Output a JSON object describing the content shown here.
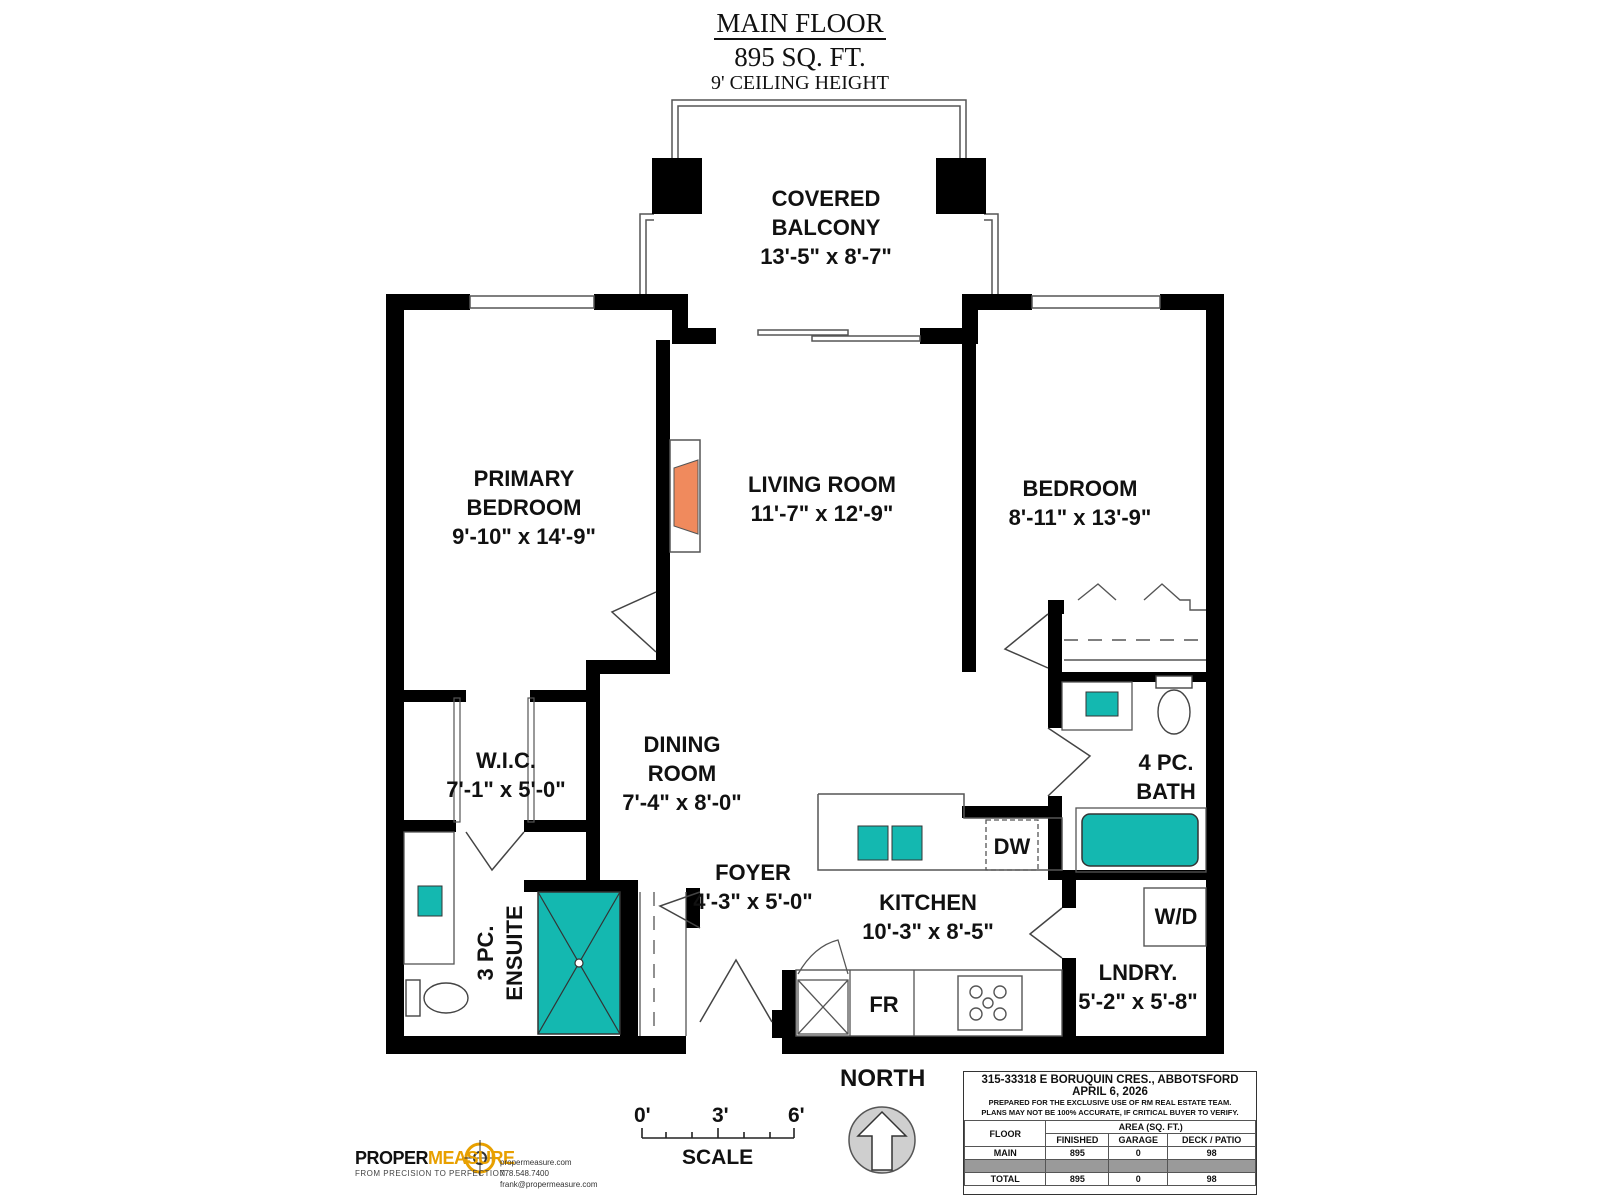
{
  "header": {
    "title": "MAIN FLOOR",
    "area": "895 SQ. FT.",
    "ceiling": "9' CEILING HEIGHT"
  },
  "rooms": {
    "balcony": [
      "COVERED",
      "BALCONY",
      "13'-5\" x 8'-7\""
    ],
    "primary_bedroom": [
      "PRIMARY",
      "BEDROOM",
      "9'-10\" x 14'-9\""
    ],
    "living_room": [
      "LIVING ROOM",
      "11'-7\" x 12'-9\""
    ],
    "bedroom": [
      "BEDROOM",
      "8'-11\" x 13'-9\""
    ],
    "wic": [
      "W.I.C.",
      "7'-1\" x 5'-0\""
    ],
    "dining_room": [
      "DINING",
      "ROOM",
      "7'-4\" x 8'-0\""
    ],
    "bath": [
      "4 PC.",
      "BATH"
    ],
    "dw": "DW",
    "foyer": [
      "FOYER",
      "4'-3\" x 5'-0\""
    ],
    "kitchen": [
      "KITCHEN",
      "10'-3\" x 8'-5\""
    ],
    "wd": "W/D",
    "laundry": [
      "LNDRY.",
      "5'-2\" x 5'-8\""
    ],
    "ensuite": [
      "3 PC.",
      "ENSUITE"
    ],
    "fr": "FR"
  },
  "north": "NORTH",
  "scale": {
    "ticks": [
      "0'",
      "3'",
      "6'"
    ],
    "label": "SCALE"
  },
  "info": {
    "address": "315-33318 E BORUQUIN CRES., ABBOTSFORD",
    "date": "APRIL 6, 2026",
    "note1": "PREPARED FOR THE EXCLUSIVE USE OF RM REAL ESTATE TEAM.",
    "note2": "PLANS MAY NOT BE 100% ACCURATE, IF CRITICAL BUYER TO VERIFY.",
    "area_header": "AREA (SQ. FT.)",
    "floor_header": "FLOOR",
    "cols": [
      "FINISHED",
      "GARAGE",
      "DECK / PATIO"
    ],
    "rows": [
      {
        "floor": "MAIN",
        "finished": "895",
        "garage": "0",
        "deck": "98"
      },
      {
        "floor": "TOTAL",
        "finished": "895",
        "garage": "0",
        "deck": "98"
      }
    ]
  },
  "logo": {
    "brand_a": "PROPER",
    "brand_b": "MEASURE",
    "tagline": "FROM PRECISION TO PERFECTION",
    "website": "propermeasure.com",
    "phone": "778.548.7400",
    "email": "frank@propermeasure.com"
  },
  "colors": {
    "wall": "#000000",
    "fixture": "#14b8b0",
    "fireplace": "#f08a5d",
    "logo_accent": "#e8a000"
  }
}
